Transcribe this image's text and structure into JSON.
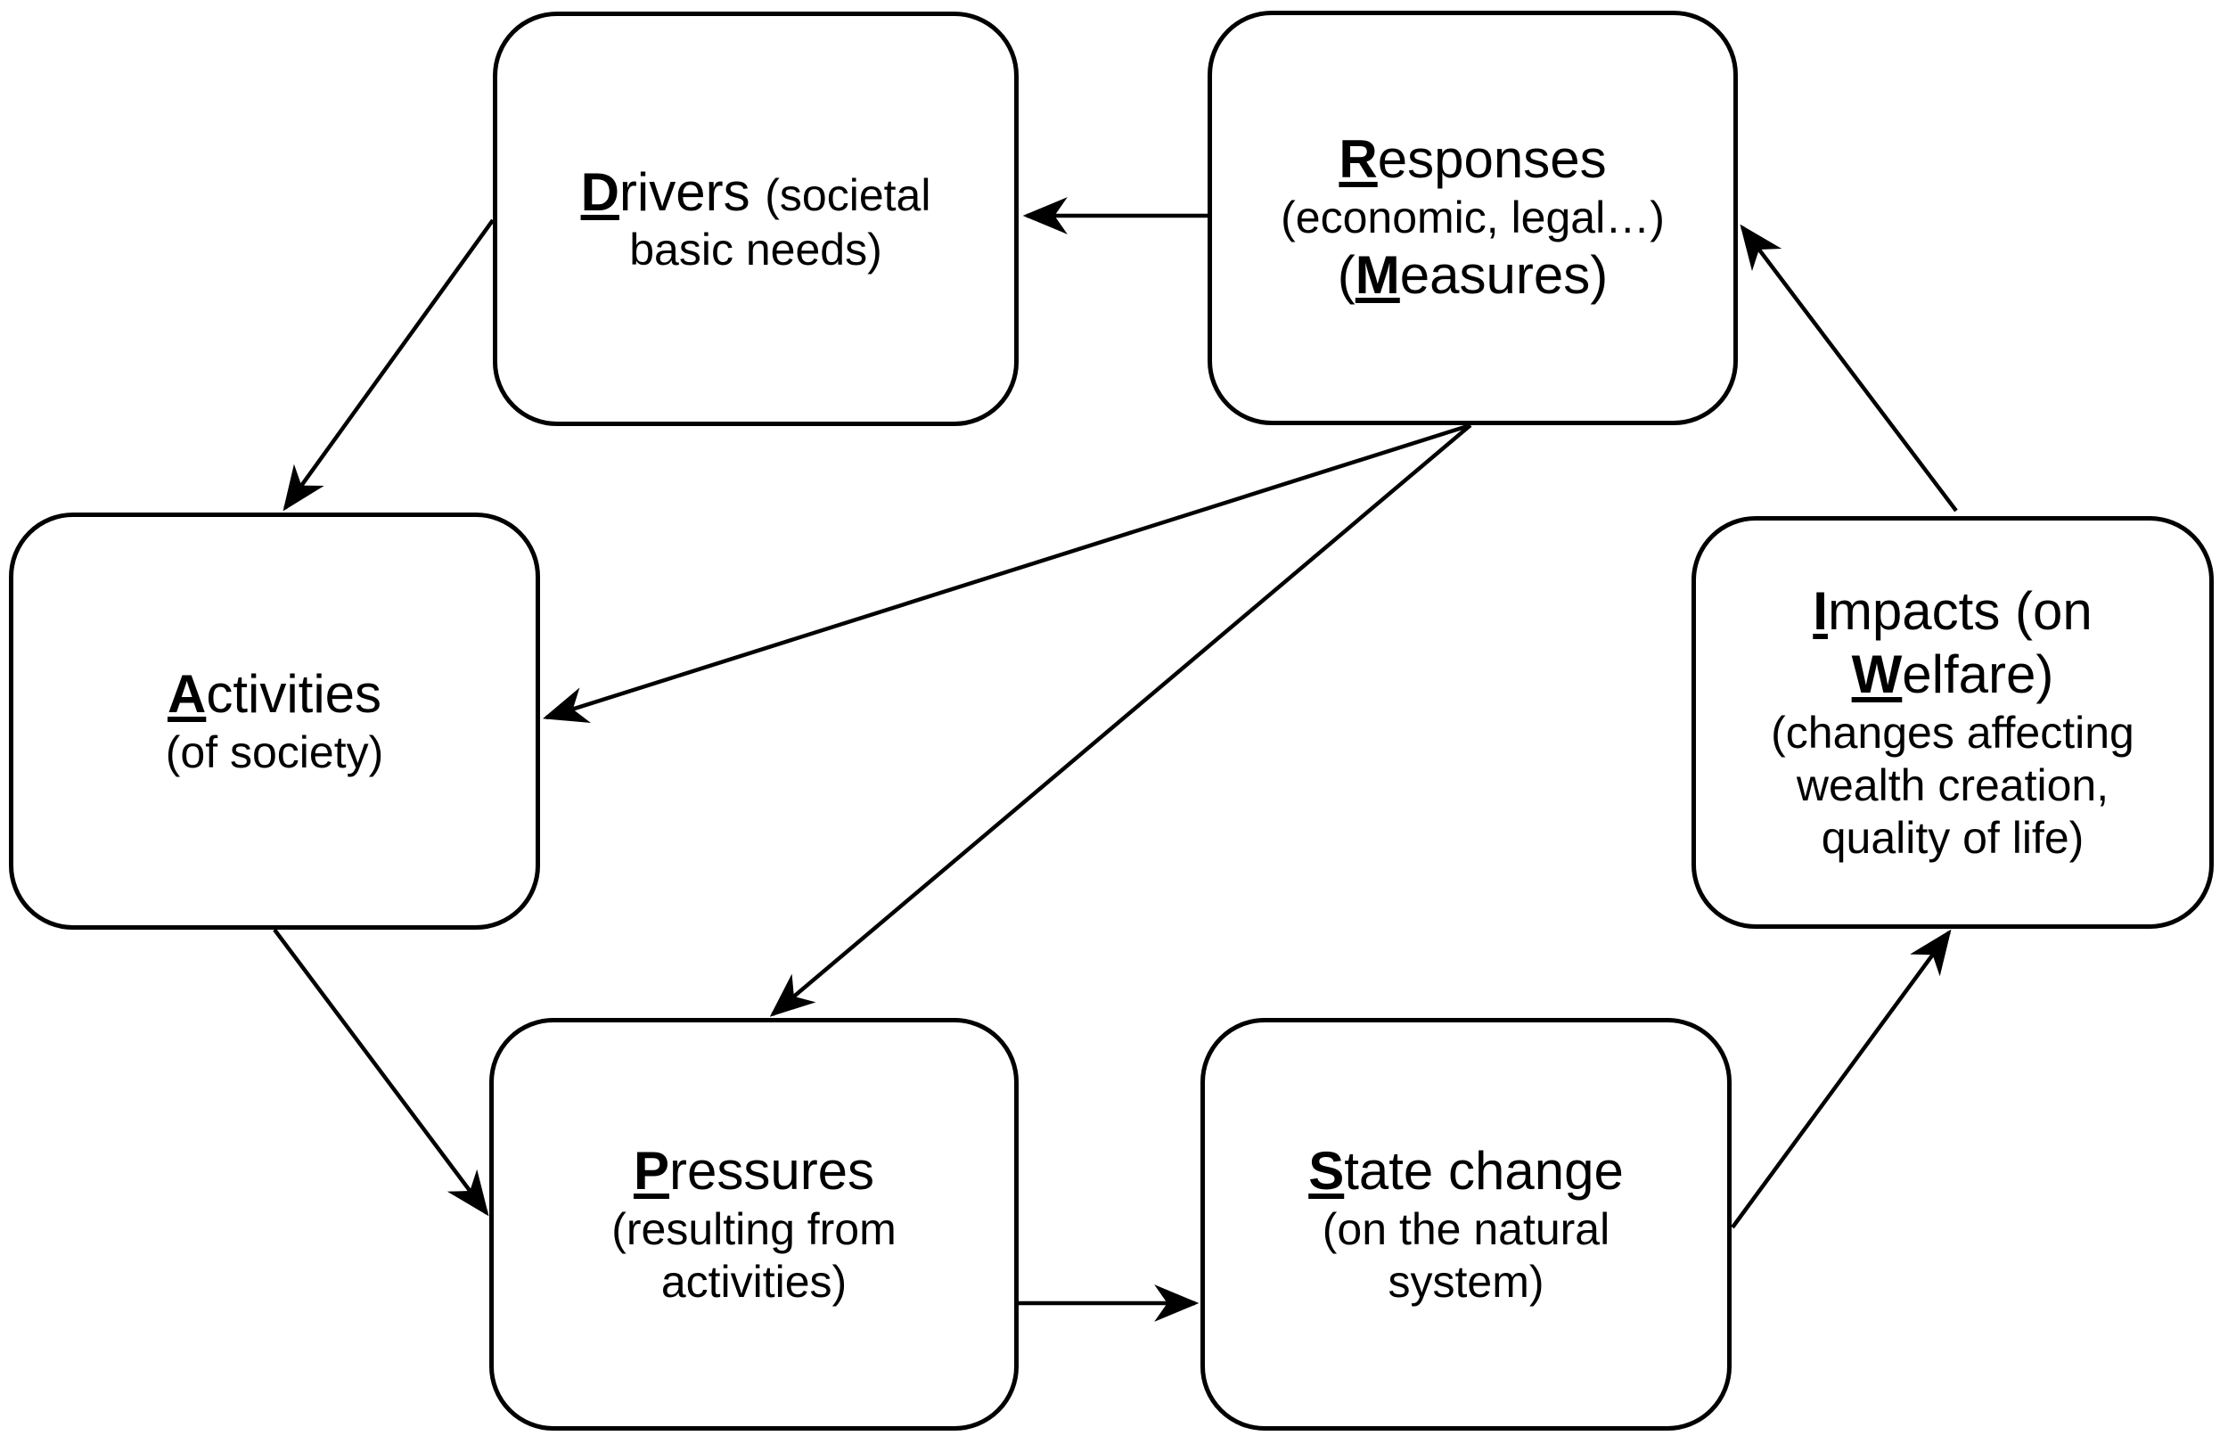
{
  "colors": {
    "background": "#ffffff",
    "line": "#000000",
    "text": "#000000"
  },
  "boxes": {
    "drivers": {
      "label": "Drivers (societal basic needs)",
      "lines": [
        [
          {
            "t": "D",
            "s": "lead"
          },
          {
            "t": "rivers ",
            "s": "big"
          },
          {
            "t": "(societal",
            "s": "small"
          }
        ],
        [
          {
            "t": "basic needs)",
            "s": "small"
          }
        ]
      ]
    },
    "responses": {
      "label": "Responses (economic, legal…) (Measures)",
      "lines": [
        [
          {
            "t": "R",
            "s": "lead"
          },
          {
            "t": "esponses",
            "s": "big"
          }
        ],
        [
          {
            "t": "(economic, legal…)",
            "s": "small"
          }
        ],
        [
          {
            "t": "(",
            "s": "big"
          },
          {
            "t": "M",
            "s": "lead"
          },
          {
            "t": "easures)",
            "s": "big"
          }
        ]
      ]
    },
    "activities": {
      "label": "Activities (of society)",
      "lines": [
        [
          {
            "t": "A",
            "s": "lead"
          },
          {
            "t": "ctivities",
            "s": "big"
          }
        ],
        [
          {
            "t": "(of society)",
            "s": "small"
          }
        ]
      ]
    },
    "impacts": {
      "label": "Impacts (on Welfare) (changes affecting wealth creation, quality of life)",
      "lines": [
        [
          {
            "t": "I",
            "s": "lead"
          },
          {
            "t": "mpacts (on",
            "s": "big"
          }
        ],
        [
          {
            "t": "W",
            "s": "lead"
          },
          {
            "t": "elfare)",
            "s": "big"
          }
        ],
        [
          {
            "t": "(changes affecting",
            "s": "small"
          }
        ],
        [
          {
            "t": "wealth creation,",
            "s": "small"
          }
        ],
        [
          {
            "t": "quality of life)",
            "s": "small"
          }
        ]
      ]
    },
    "pressures": {
      "label": "Pressures (resulting from activities)",
      "lines": [
        [
          {
            "t": "P",
            "s": "lead"
          },
          {
            "t": "ressures",
            "s": "big"
          }
        ],
        [
          {
            "t": "(resulting from",
            "s": "small"
          }
        ],
        [
          {
            "t": "activities)",
            "s": "small"
          }
        ]
      ]
    },
    "state": {
      "label": "State change (on the natural system)",
      "lines": [
        [
          {
            "t": "S",
            "s": "lead"
          },
          {
            "t": "tate change",
            "s": "big"
          }
        ],
        [
          {
            "t": "(on the natural",
            "s": "small"
          }
        ],
        [
          {
            "t": "system)",
            "s": "small"
          }
        ]
      ]
    }
  },
  "arrows": [
    {
      "from": "responses",
      "to": "drivers"
    },
    {
      "from": "drivers",
      "to": "activities"
    },
    {
      "from": "activities",
      "to": "pressures"
    },
    {
      "from": "pressures",
      "to": "state"
    },
    {
      "from": "state",
      "to": "impacts"
    },
    {
      "from": "impacts",
      "to": "responses"
    },
    {
      "from": "responses",
      "to": "activities"
    },
    {
      "from": "responses",
      "to": "pressures"
    }
  ]
}
